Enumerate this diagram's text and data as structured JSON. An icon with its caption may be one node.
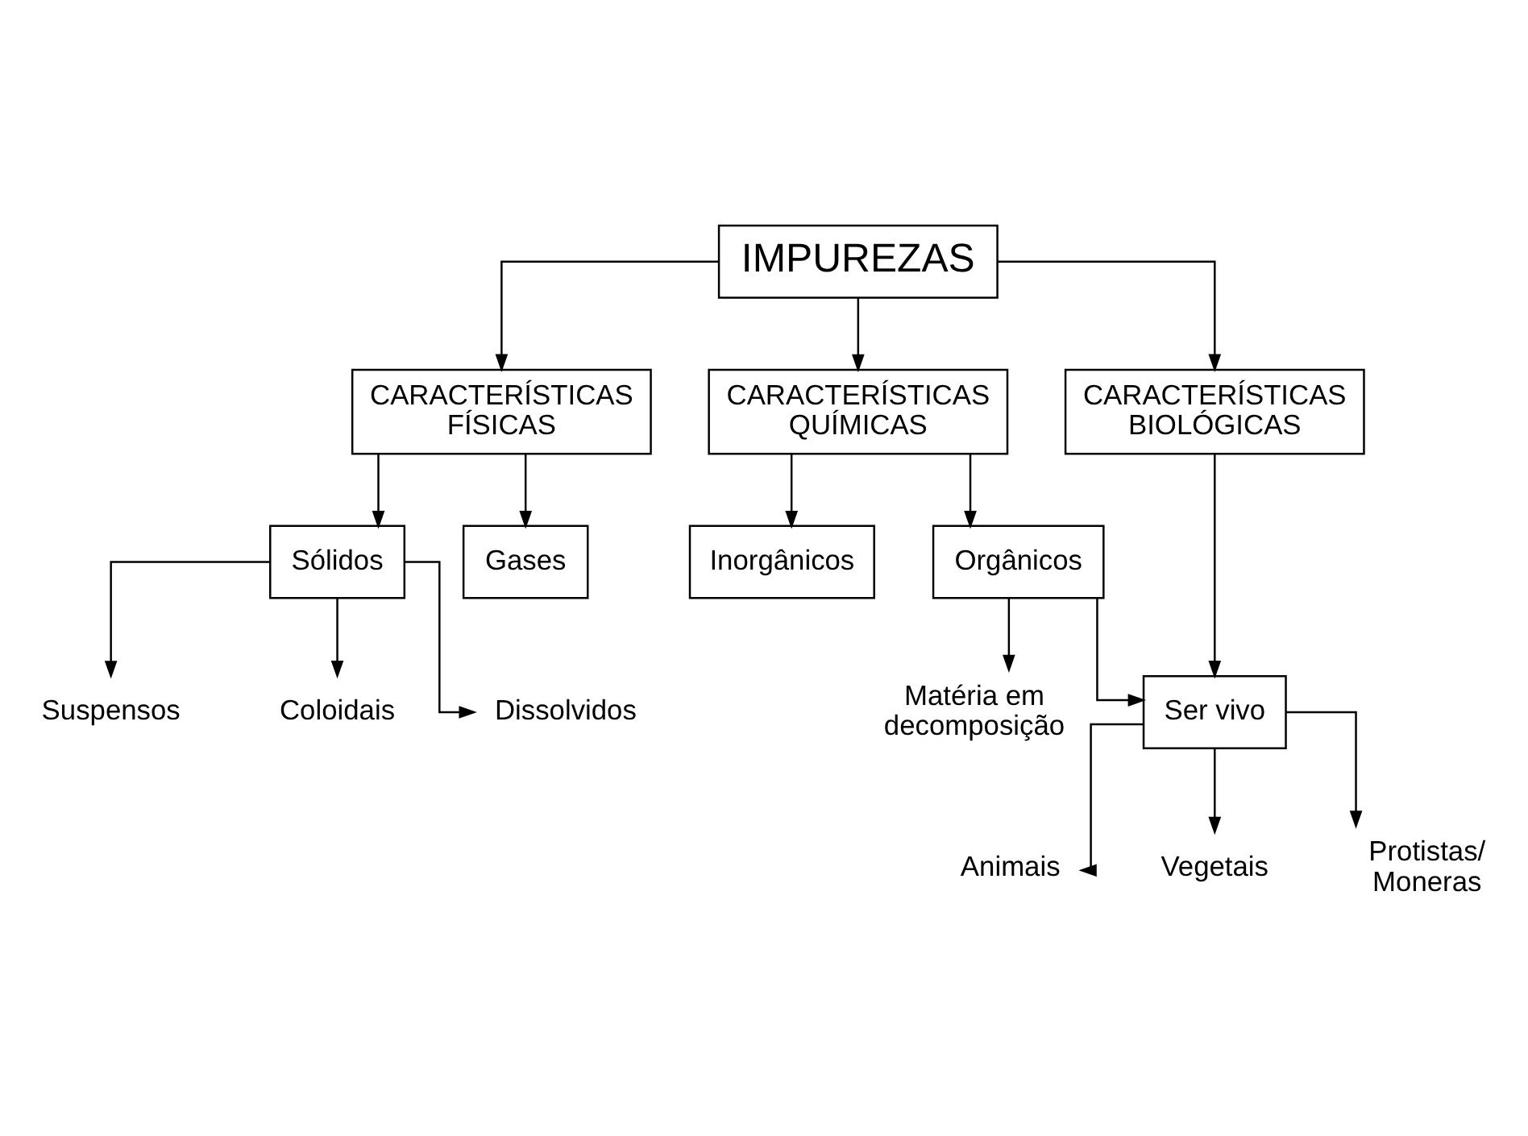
{
  "diagram": {
    "nodes": [
      {
        "text": [
          "IMPUREZAS"
        ]
      },
      {
        "text": [
          "CARACTERÍSTICAS FÍSICAS"
        ]
      },
      {
        "text": [
          "CARACTERÍSTICAS QUÍMICAS"
        ]
      },
      {
        "text": [
          "CARACTERÍSTICAS BIOLÓGICAS"
        ]
      },
      {
        "text": [
          "Sólidos"
        ]
      },
      {
        "text": [
          "Gases"
        ]
      },
      {
        "text": [
          "Inorgânicos"
        ]
      },
      {
        "text": [
          "Orgânicos"
        ]
      },
      {
        "text": [
          "Ser vivo"
        ]
      },
      {
        "text": [
          "Suspensos"
        ]
      },
      {
        "text": [
          "Coloidais"
        ]
      },
      {
        "text": [
          "Dissolvidos"
        ]
      },
      {
        "text": [
          "Matéria em decomposição"
        ]
      },
      {
        "text": [
          "Animais"
        ]
      },
      {
        "text": [
          "Vegetais"
        ]
      },
      {
        "text": [
          "Protistas/ Moneras"
        ]
      }
    ],
    "edges": [
      {
        "from": 0,
        "to": 1,
        "arrow": "to"
      },
      {
        "from": 0,
        "to": 2,
        "arrow": "to"
      },
      {
        "from": 0,
        "to": 3,
        "arrow": "to"
      },
      {
        "from": 1,
        "to": 4,
        "arrow": "to"
      },
      {
        "from": 1,
        "to": 5,
        "arrow": "to"
      },
      {
        "from": 2,
        "to": 6,
        "arrow": "to"
      },
      {
        "from": 2,
        "to": 7,
        "arrow": "to"
      },
      {
        "from": 3,
        "to": 8,
        "arrow": "to"
      },
      {
        "from": 7,
        "to": 8,
        "arrow": "to"
      },
      {
        "from": 7,
        "to": 12,
        "arrow": "to"
      },
      {
        "from": 4,
        "to": 9,
        "arrow": "to"
      },
      {
        "from": 4,
        "to": 10,
        "arrow": "to"
      },
      {
        "from": 4,
        "to": 11,
        "arrow": "to"
      },
      {
        "from": 8,
        "to": 13,
        "arrow": "to"
      },
      {
        "from": 8,
        "to": 14,
        "arrow": "to"
      },
      {
        "from": 8,
        "to": 15,
        "arrow": "to"
      }
    ]
  }
}
